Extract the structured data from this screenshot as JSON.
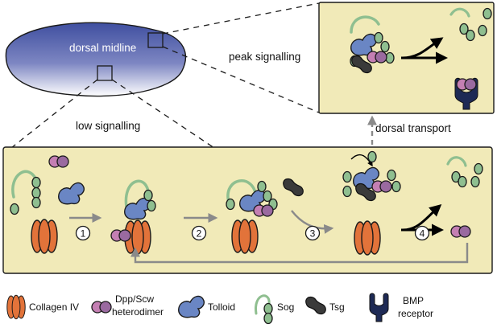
{
  "embryo": {
    "midline_label": "dorsal midline"
  },
  "labels": {
    "low_signalling": "low signalling",
    "peak_signalling": "peak signalling",
    "dorsal_transport": "dorsal transport"
  },
  "steps": [
    "1",
    "2",
    "3",
    "4"
  ],
  "legend": [
    {
      "label": "Collagen IV"
    },
    {
      "label": "Dpp/Scw",
      "label2": "heterodimer"
    },
    {
      "label": "Tolloid"
    },
    {
      "label": "Sog"
    },
    {
      "label": "Tsg"
    },
    {
      "label": "BMP",
      "label2": "receptor"
    }
  ],
  "colors": {
    "panel_fill": "#f1eab8",
    "collagen": "#e2733a",
    "dpp": "#c47fb3",
    "tolloid": "#6a86c4",
    "sog": "#8fbf90",
    "tsg": "#3a3a3a",
    "receptor": "#1e2a55",
    "arrow_grey": "#8a8a8a",
    "embryo_top": "#3f4fa0",
    "embryo_bottom": "#ffffff"
  }
}
